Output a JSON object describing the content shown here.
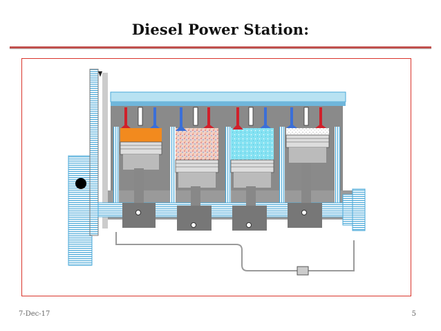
{
  "slide": {
    "title": "Diesel Power Station:",
    "date": "7-Dec-17",
    "page_number": "5"
  },
  "colors": {
    "accent_rule": "#c0504d",
    "frame_border": "#d9342b",
    "engine_block": "#8a8a8a",
    "coolant": "#a9dff0",
    "intake_valve": "#3b6fd8",
    "exhaust_valve": "#d0202a"
  },
  "diagram": {
    "subject": "four-cylinder-diesel-engine-cutaway",
    "cylinders": [
      {
        "stage": "combustion",
        "fill": "#f28a1e"
      },
      {
        "stage": "intake",
        "fill": "#e8b8b0"
      },
      {
        "stage": "compression",
        "fill": "#7fe0f0"
      },
      {
        "stage": "exhaust",
        "fill": "#ffffff"
      }
    ]
  }
}
